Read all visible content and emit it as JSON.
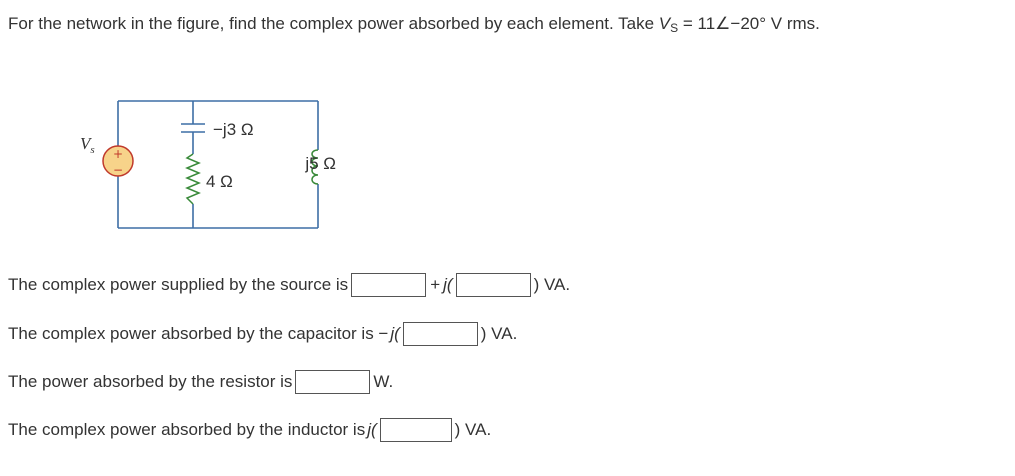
{
  "question": {
    "prefix": "For the network in the figure, find the complex power absorbed by each element. Take ",
    "v_symbol": "V",
    "v_sub": "S",
    "value": " = 11∠−20° V rms."
  },
  "figure": {
    "source_label": "V",
    "source_label_sub": "s",
    "plus_sign": "+",
    "minus_sign": "−",
    "capacitor_label": "−j3 Ω",
    "resistor_label": "4 Ω",
    "inductor_label": "j5 Ω"
  },
  "answers": {
    "source": {
      "text": "The complex power supplied by the source is",
      "plus": "+",
      "j": "j(",
      "suffix": ") VA.",
      "real_value": "",
      "imag_value": ""
    },
    "capacitor": {
      "text": "The complex power absorbed by the capacitor is −",
      "j": "j(",
      "suffix": ") VA.",
      "value": ""
    },
    "resistor": {
      "text": "The power absorbed by the resistor is",
      "suffix": "W.",
      "value": ""
    },
    "inductor": {
      "text": "The complex power absorbed by the inductor is",
      "j": "j(",
      "suffix": ") VA.",
      "value": ""
    }
  },
  "colors": {
    "wire": "#3d6ea5",
    "source_fill": "#f7d38a",
    "source_stroke": "#c0392b",
    "text": "#333333"
  }
}
